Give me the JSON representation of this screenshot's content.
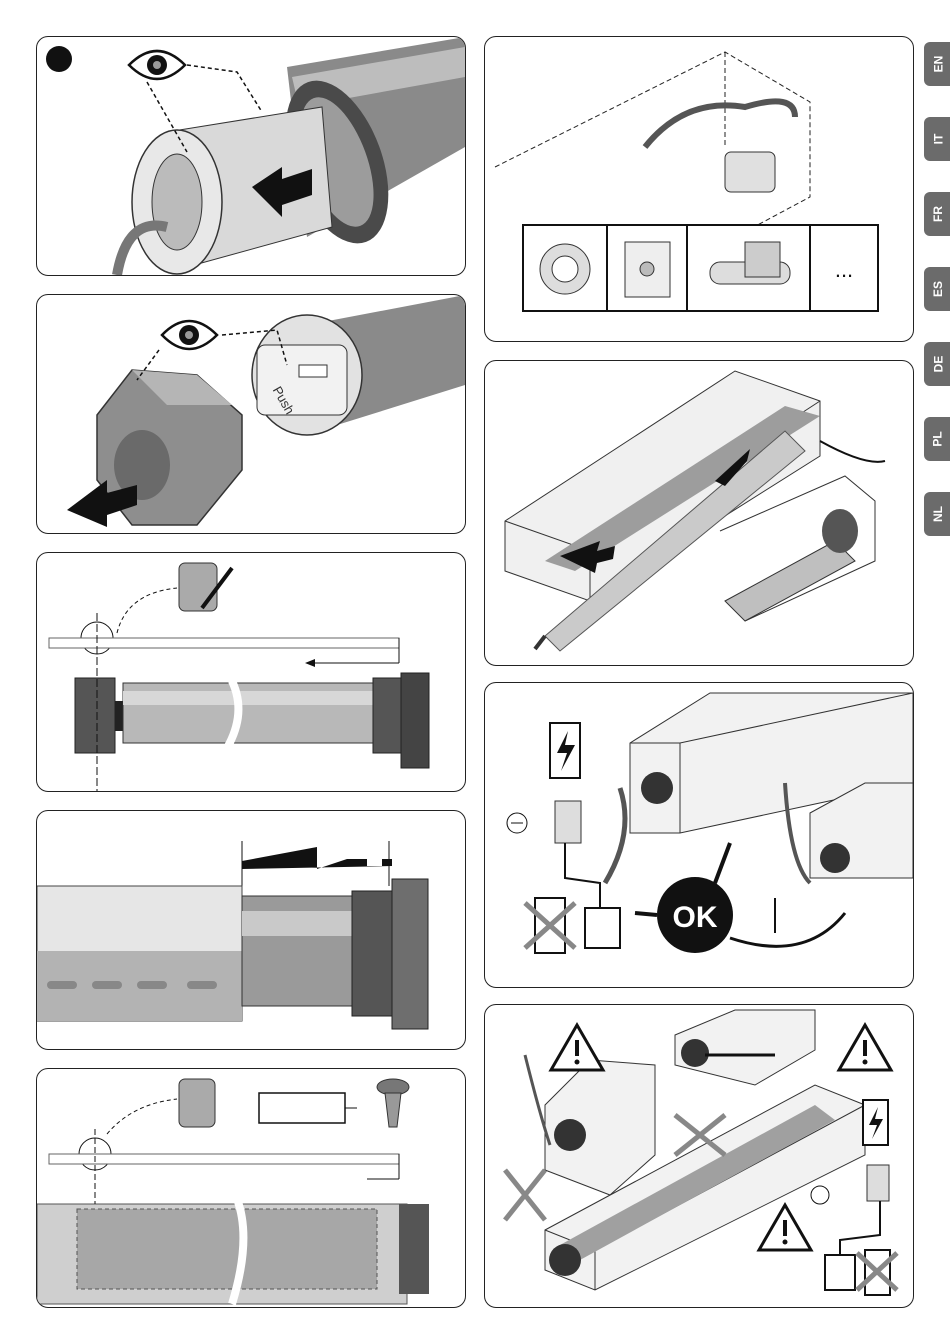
{
  "languages": [
    "EN",
    "IT",
    "FR",
    "ES",
    "DE",
    "PL",
    "NL"
  ],
  "labels": {
    "push": "Push",
    "ok": "OK",
    "more": "..."
  },
  "colors": {
    "tab": "#6b6b6b",
    "tube": "#9a9a9a",
    "dark": "#333333",
    "panel_bg": "#ffffff"
  }
}
